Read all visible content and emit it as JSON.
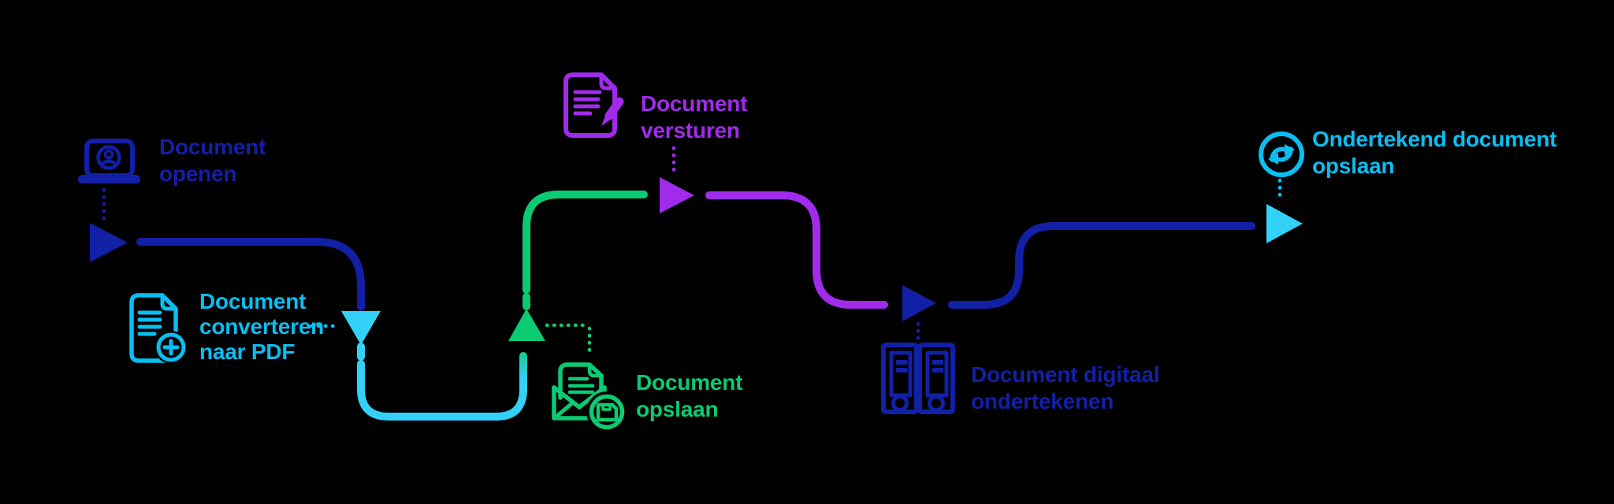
{
  "colors": {
    "blue": "#1220A6",
    "cyan": "#0ABEF2",
    "cyan_bright": "#33D1F7",
    "green": "#0BCB72",
    "purple": "#A12BEB",
    "background": "#000000"
  },
  "steps": [
    {
      "label": "Document\nopenen",
      "icon": "laptop-user-icon",
      "color_key": "blue"
    },
    {
      "label": "Document\nconverteren\nnaar PDF",
      "icon": "document-add-icon",
      "color_key": "cyan"
    },
    {
      "label": "Document\nversturen",
      "icon": "document-pen-icon",
      "color_key": "purple"
    },
    {
      "label": "Document\nopslaan",
      "icon": "envelope-save-icon",
      "color_key": "green"
    },
    {
      "label": "Document digitaal\nondertekenen",
      "icon": "binders-icon",
      "color_key": "blue"
    },
    {
      "label": "Ondertekend document\nopslaan",
      "icon": "sync-arrows-icon",
      "color_key": "cyan"
    }
  ]
}
